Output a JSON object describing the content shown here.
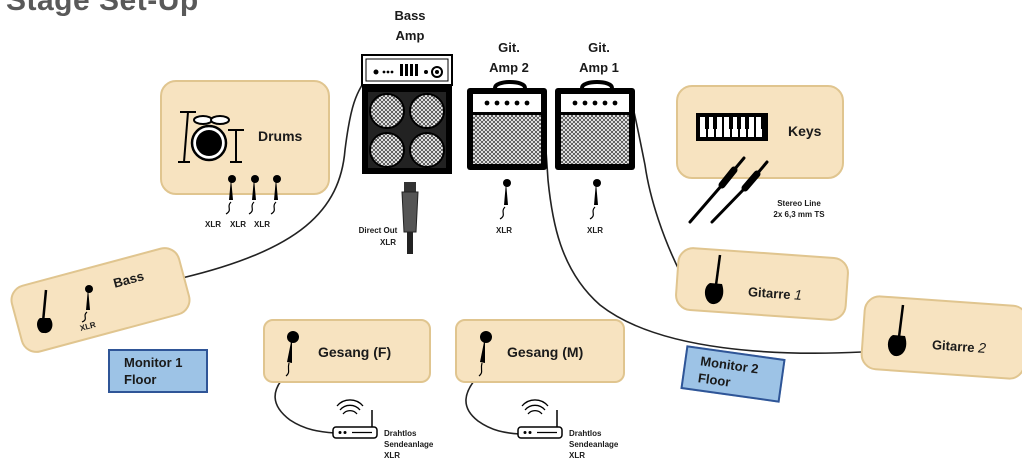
{
  "title": "Stage Set-Up",
  "amps": {
    "bass": [
      "Bass",
      "Amp"
    ],
    "git2": [
      "Git.",
      "Amp 2"
    ],
    "git1": [
      "Git.",
      "Amp 1"
    ]
  },
  "stations": {
    "drums": "Drums",
    "keys": "Keys",
    "bass": "Bass",
    "guitar1": {
      "name": "Gitarre",
      "num": "1"
    },
    "guitar2": {
      "name": "Gitarre",
      "num": "2"
    },
    "vocal_f": "Gesang (F)",
    "vocal_m": "Gesang (M)"
  },
  "monitors": {
    "m1": [
      "Monitor 1",
      "Floor"
    ],
    "m2": [
      "Monitor 2",
      "Floor"
    ]
  },
  "connectors": {
    "xlr": "XLR",
    "direct_out": [
      "Direct Out",
      "XLR"
    ],
    "stereo_line": [
      "Stereo Line",
      "2x 6,3 mm TS"
    ],
    "wireless": [
      "Drahtlos",
      "Sendeanlage",
      "XLR"
    ]
  },
  "colors": {
    "box_fill": "#f7e3c0",
    "box_border": "#e0c58f",
    "monitor_fill": "#9dc3e6",
    "monitor_border": "#2f5597"
  }
}
